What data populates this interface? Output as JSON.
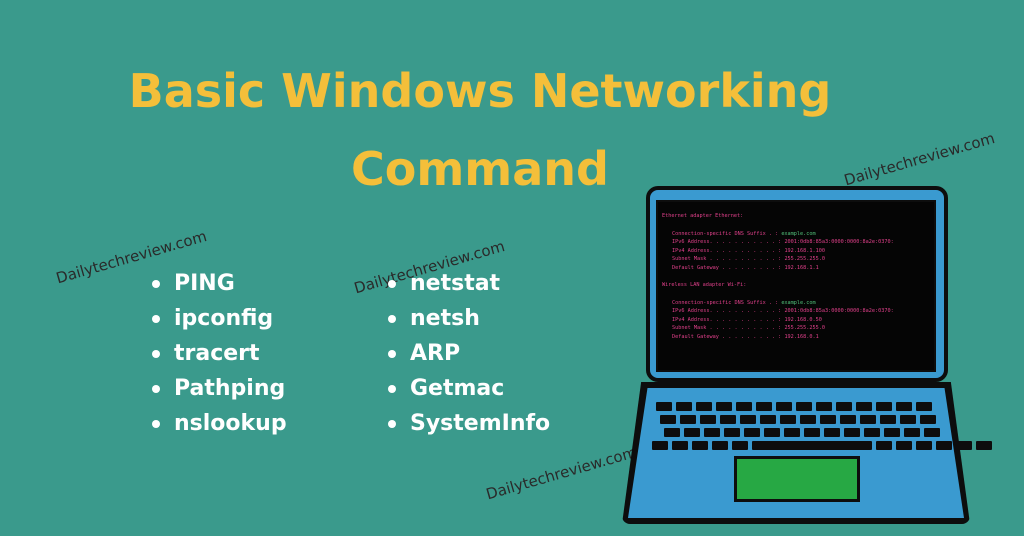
{
  "title": {
    "line1": "Basic Windows Networking",
    "line2": "Command"
  },
  "watermark": "Dailytechreview.com",
  "commands_left": [
    "PING",
    "ipconfig",
    "tracert",
    "Pathping",
    "nslookup"
  ],
  "commands_right": [
    "netstat",
    "netsh",
    "ARP",
    "Getmac",
    "SystemInfo"
  ],
  "terminal": {
    "ethernet_header": "Ethernet adapter Ethernet:",
    "ethernet": [
      {
        "key": "Connection-specific DNS Suffix . :",
        "val": "example.com"
      },
      {
        "key": "IPv6 Address. . . . . . . . . . . :",
        "val": "2001:0db8:85a3:0000:0000:8a2e:0370:"
      },
      {
        "key": "IPv4 Address. . . . . . . . . . . :",
        "val": "192.168.1.100"
      },
      {
        "key": "Subnet Mask . . . . . . . . . . . :",
        "val": "255.255.255.0"
      },
      {
        "key": "Default Gateway . . . . . . . . . :",
        "val": "192.168.1.1"
      }
    ],
    "wifi_header": "Wireless LAN adapter Wi-Fi:",
    "wifi": [
      {
        "key": "Connection-specific DNS Suffix . :",
        "val": "example.com"
      },
      {
        "key": "IPv6 Address. . . . . . . . . . . :",
        "val": "2001:0db8:85a3:0000:0000:8a2e:0370:"
      },
      {
        "key": "IPv4 Address. . . . . . . . . . . :",
        "val": "192.168.0.50"
      },
      {
        "key": "Subnet Mask . . . . . . . . . . . :",
        "val": "255.255.255.0"
      },
      {
        "key": "Default Gateway . . . . . . . . . :",
        "val": "192.168.0.1"
      }
    ]
  },
  "colors": {
    "background": "#3a9a8c",
    "title": "#f4bf3a",
    "laptop": "#3a9ad0",
    "trackpad": "#27a844"
  }
}
